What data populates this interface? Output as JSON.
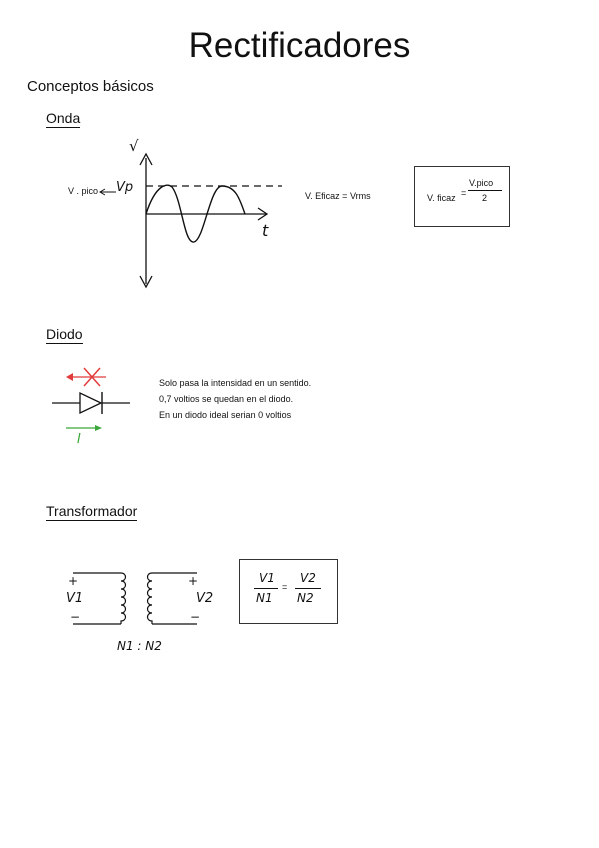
{
  "page": {
    "title": "Rectificadores",
    "subtitle": "Conceptos básicos"
  },
  "onda": {
    "heading": "Onda",
    "axis_v": "√",
    "axis_t": "t",
    "v_pico_label": "V . pico",
    "vp_symbol": "Vp",
    "rms_text": "V. Eficaz = Vrms",
    "formula": {
      "lhs": "V. ficaz",
      "eq": "=",
      "numerator": "V.pico",
      "denominator": "2"
    }
  },
  "diodo": {
    "heading": "Diodo",
    "current_symbol": "I",
    "lines": [
      "Solo pasa la intensidad en un sentido.",
      "0,7 voltios se quedan en el diodo.",
      "En un diodo ideal serian 0 voltios"
    ],
    "colors": {
      "blocked": "#e23b3b",
      "current": "#3aa83a"
    }
  },
  "transformador": {
    "heading": "Transformador",
    "plus": "+",
    "minus": "−",
    "v1": "V1",
    "v2": "V2",
    "ratio": "N1 : N2",
    "formula": {
      "num1": "V1",
      "den1": "N1",
      "eq": "=",
      "num2": "V2",
      "den2": "N2"
    }
  }
}
